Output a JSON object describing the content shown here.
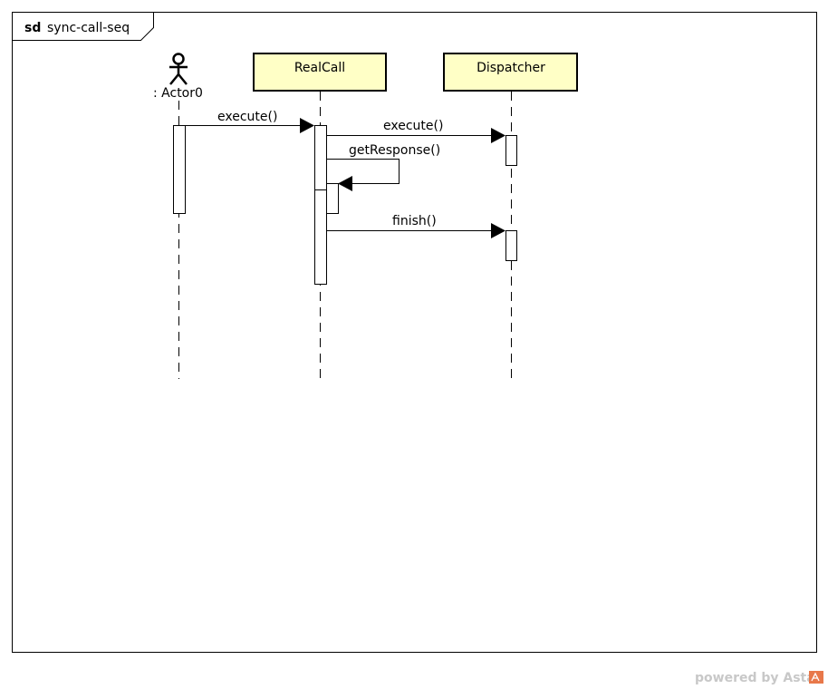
{
  "frame": {
    "keyword": "sd",
    "name": "sync-call-seq"
  },
  "colors": {
    "lifeline_box_fill": "#ffffc6",
    "footer_text": "#c8c8c8",
    "logo": "#e8784a"
  },
  "lifelines": {
    "actor": {
      "label": ": Actor0",
      "icon": "actor-stick-figure-icon"
    },
    "realcall": {
      "label": "RealCall"
    },
    "dispatcher": {
      "label": "Dispatcher"
    }
  },
  "messages": {
    "m1": {
      "label": "execute()",
      "from": "Actor0",
      "to": "RealCall"
    },
    "m2": {
      "label": "execute()",
      "from": "RealCall",
      "to": "Dispatcher"
    },
    "m3": {
      "label": "getResponse()",
      "from": "RealCall",
      "to": "RealCall"
    },
    "m4": {
      "label": "finish()",
      "from": "RealCall",
      "to": "Dispatcher"
    }
  },
  "footer": {
    "text": "powered by Astah",
    "logo_icon": "astah-logo-icon"
  }
}
